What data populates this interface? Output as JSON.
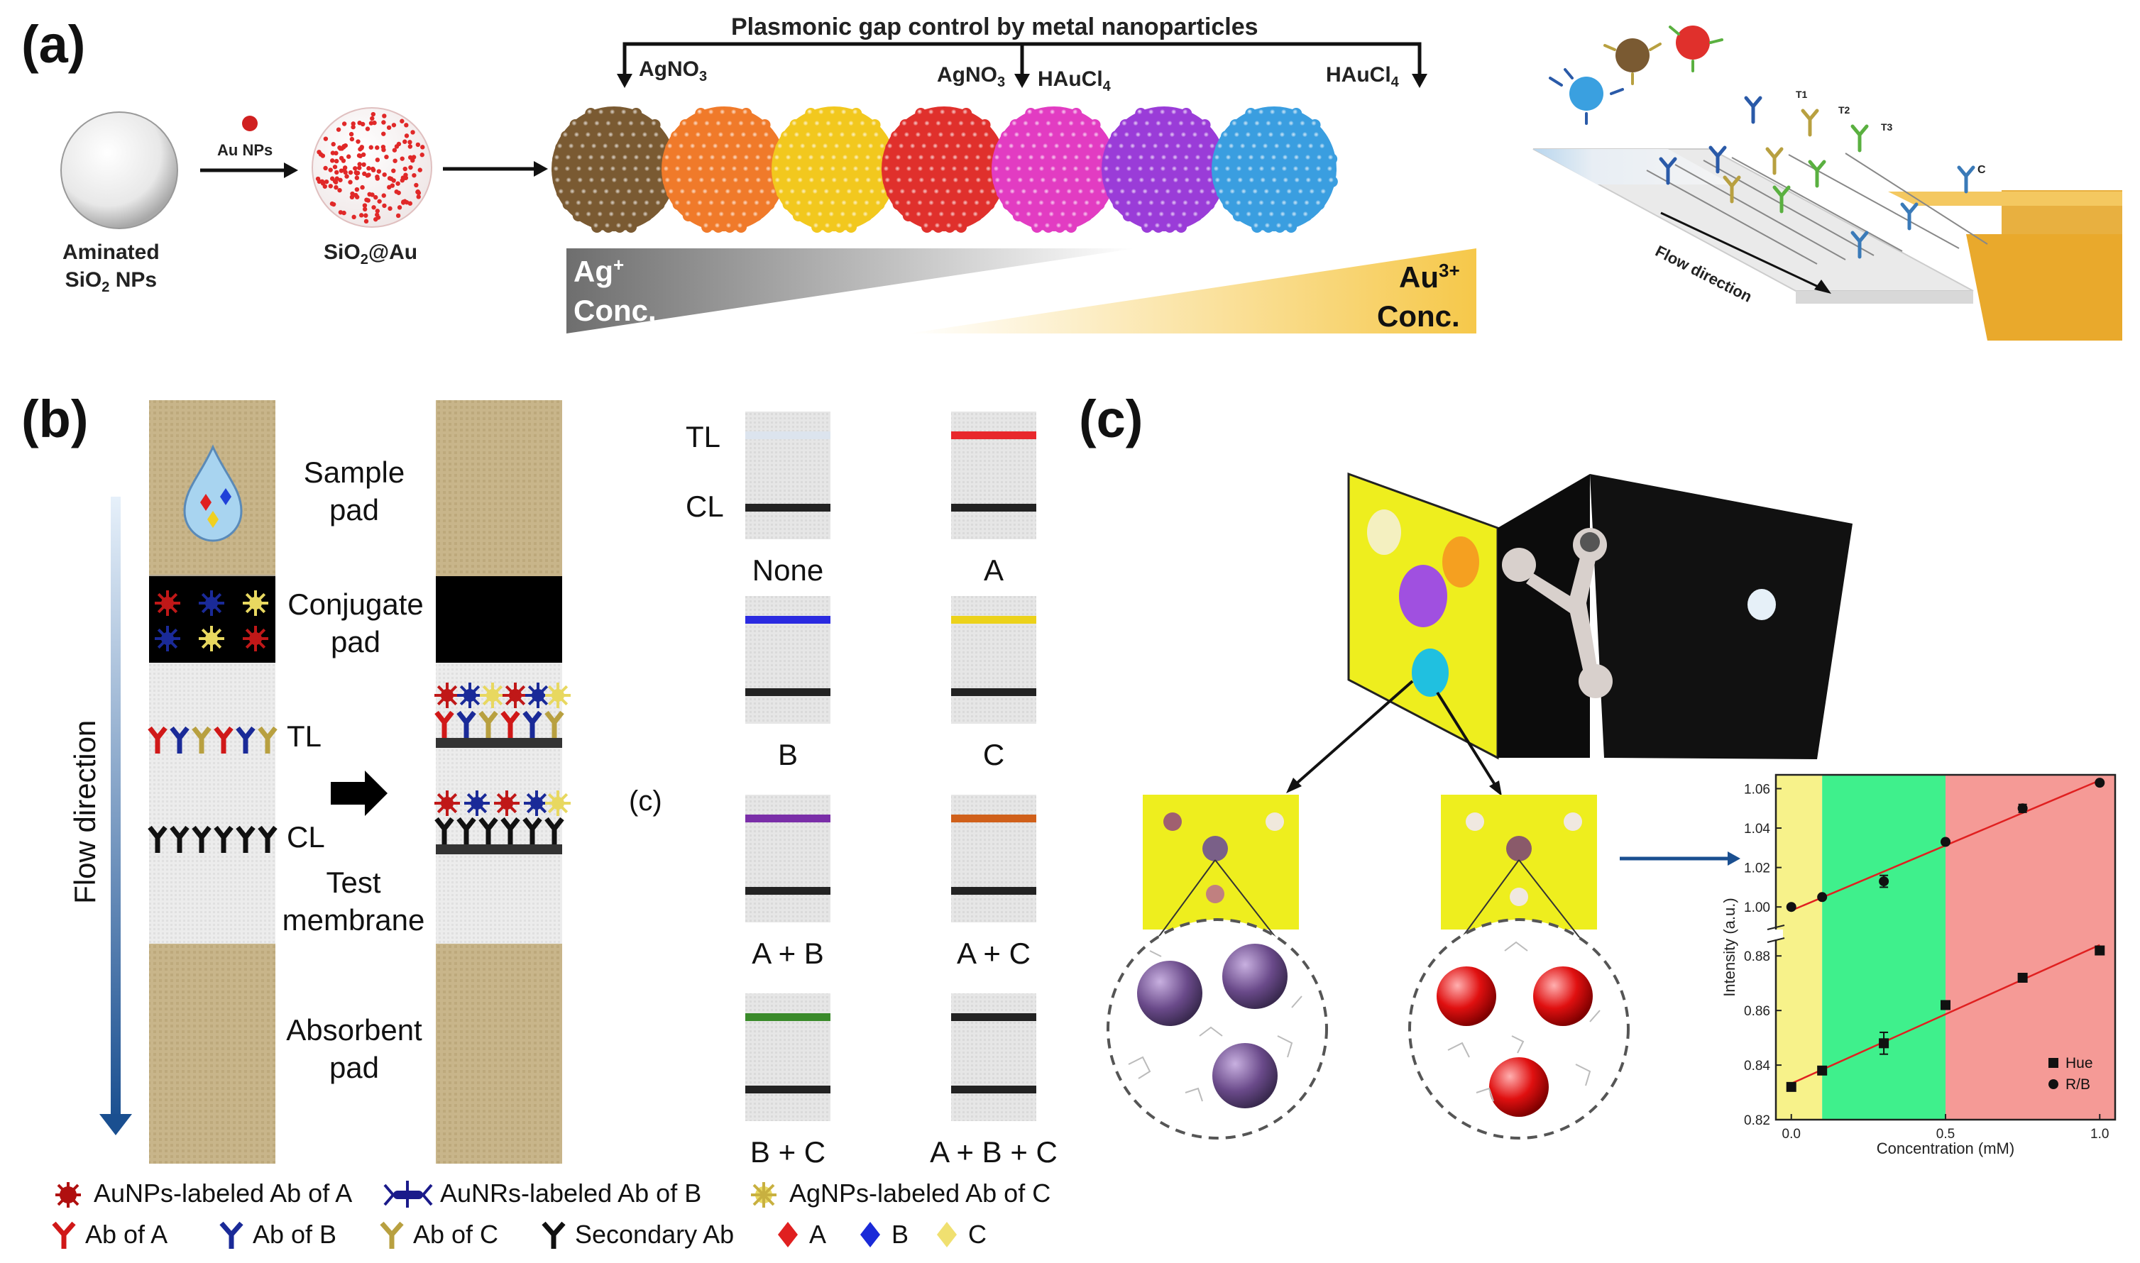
{
  "panels": {
    "a": "(a)",
    "b": "(b)",
    "c": "(c)"
  },
  "panel_a": {
    "title": "Plasmonic gap control by metal nanoparticles",
    "reagent_left": "AgNO",
    "reagent_left_sub": "3",
    "reagent_mid_1": "AgNO",
    "reagent_mid_1_sub": "3",
    "reagent_mid_2": "HAuCl",
    "reagent_mid_2_sub": "4",
    "reagent_right": "HAuCl",
    "reagent_right_sub": "4",
    "aminated_line1": "Aminated",
    "aminated_line2": "SiO",
    "aminated_line2_sub": "2",
    "aminated_line2_tail": " NPs",
    "au_nps": "Au NPs",
    "sio2au": "SiO",
    "sio2au_sub": "2",
    "sio2au_tail": "@Au",
    "ag_conc": "Ag",
    "ag_conc_sup": "+",
    "ag_conc_2": "Conc.",
    "au_conc": "Au",
    "au_conc_sup": "3+",
    "au_conc_2": "Conc.",
    "flow_direction": "Flow direction",
    "strip_t1": "T1",
    "strip_t2": "T2",
    "strip_t3": "T3",
    "strip_c": "C",
    "sphere_colors": [
      "#7a5a32",
      "#f07a2a",
      "#f2c81e",
      "#e0302c",
      "#e23cc2",
      "#9a3cd8",
      "#3a9ee0"
    ]
  },
  "panel_b": {
    "flow_direction": "Flow direction",
    "sample_pad": "Sample\npad",
    "conjugate_pad": "Conjugate\npad",
    "tl": "TL",
    "cl": "CL",
    "test_membrane": "Test\nmembrane",
    "absorbent_pad": "Absorbent\npad",
    "results": {
      "tl_label": "TL",
      "cl_label": "CL",
      "sub_label": "(c)",
      "strips": [
        {
          "label": "None",
          "tl_color": "#dce4ee"
        },
        {
          "label": "A",
          "tl_color": "#e8282c"
        },
        {
          "label": "B",
          "tl_color": "#2a2ae0"
        },
        {
          "label": "C",
          "tl_color": "#ecd21a"
        },
        {
          "label": "A + B",
          "tl_color": "#7a2ea8"
        },
        {
          "label": "A + C",
          "tl_color": "#d0601a"
        },
        {
          "label": "B + C",
          "tl_color": "#3a8a2a"
        },
        {
          "label": "A + B + C",
          "tl_color": "#222222"
        }
      ]
    },
    "legend": {
      "aunps": "AuNPs-labeled Ab of A",
      "aunrs": "AuNRs-labeled Ab of B",
      "agnps": "AgNPs-labeled Ab of C",
      "ab_a": "Ab of A",
      "ab_b": "Ab of B",
      "ab_c": "Ab of C",
      "secondary": "Secondary Ab",
      "a": "A",
      "b": "B",
      "c": "C"
    }
  },
  "panel_c": {
    "chart_data": {
      "type": "scatter",
      "xlabel": "Concentration (mM)",
      "ylabel": "Intensity (a.u.)",
      "x_ticks": [
        "0.0",
        "0.5",
        "1.0"
      ],
      "y_ticks_upper": [
        "1.00",
        "1.02",
        "1.04",
        "1.06"
      ],
      "y_ticks_lower": [
        "0.82",
        "0.84",
        "0.86",
        "0.88"
      ],
      "xlim": [
        -0.05,
        1.05
      ],
      "ylim_upper": [
        0.99,
        1.067
      ],
      "ylim_lower": [
        0.82,
        0.885
      ],
      "background_bands": [
        {
          "from": -0.05,
          "to": 0.1,
          "color": "#f7f28a"
        },
        {
          "from": 0.1,
          "to": 0.5,
          "color": "#3ff08c"
        },
        {
          "from": 0.5,
          "to": 1.05,
          "color": "#f59a96"
        }
      ],
      "series": [
        {
          "name": "R/B",
          "marker": "circle",
          "x": [
            0.0,
            0.1,
            0.3,
            0.5,
            0.75,
            1.0
          ],
          "y": [
            1.0,
            1.005,
            1.013,
            1.033,
            1.05,
            1.063
          ],
          "err": [
            0,
            0,
            0.003,
            0,
            0.002,
            0
          ]
        },
        {
          "name": "Hue",
          "marker": "square",
          "x": [
            0.0,
            0.1,
            0.3,
            0.5,
            0.75,
            1.0
          ],
          "y": [
            0.832,
            0.838,
            0.848,
            0.862,
            0.872,
            0.882
          ],
          "err": [
            0,
            0,
            0.004,
            0,
            0,
            0
          ]
        }
      ],
      "legend_position": "bottom-right"
    }
  }
}
